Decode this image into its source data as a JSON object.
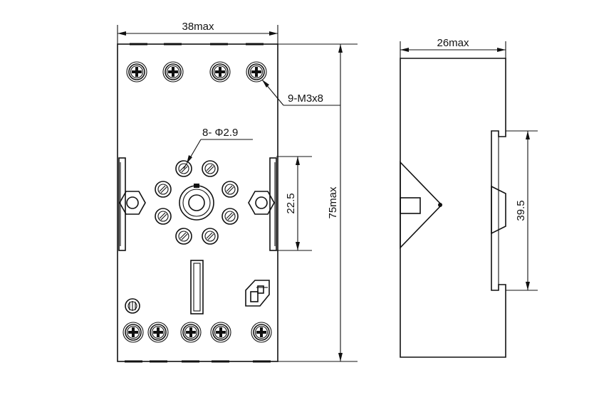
{
  "front_view": {
    "width_label": "38max",
    "height_label": "75max",
    "screw_note": "9-M3x8",
    "hole_note": "8- Φ2.9",
    "mount_pitch_label": "22.5"
  },
  "side_view": {
    "width_label": "26max",
    "rail_label": "39.5"
  }
}
